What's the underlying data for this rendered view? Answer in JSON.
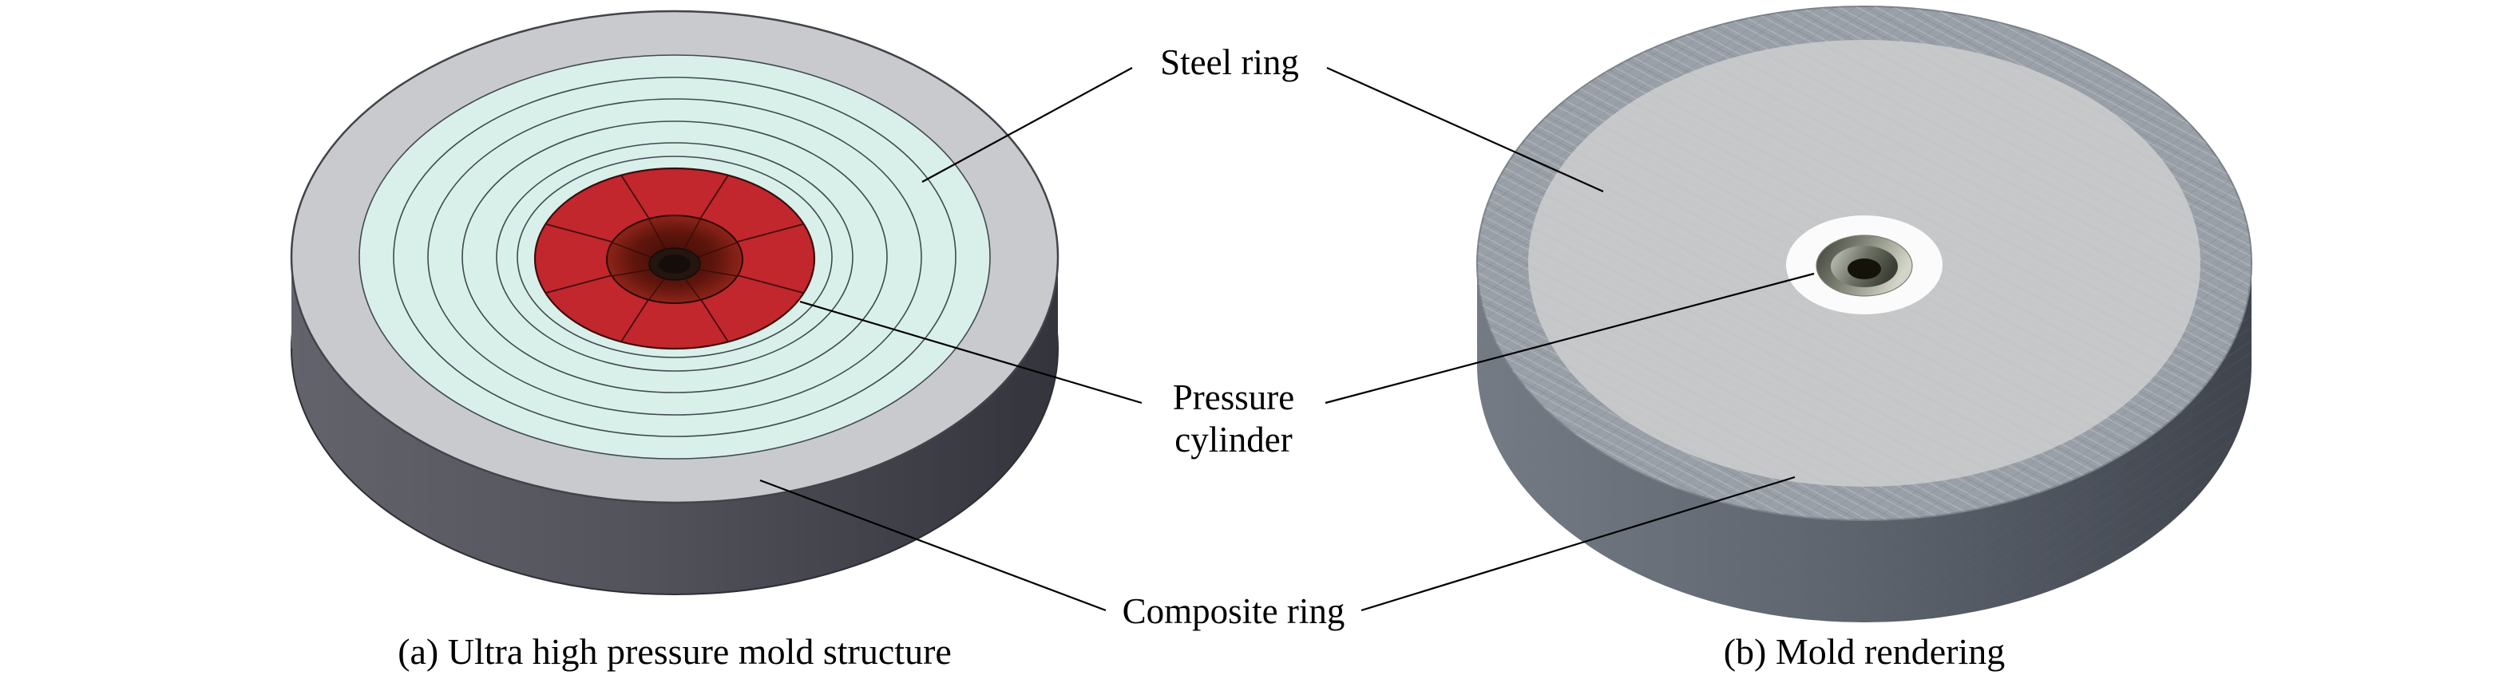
{
  "figure": {
    "labels": {
      "steel_ring": "Steel ring",
      "pressure_line1": "Pressure",
      "pressure_line2": "cylinder",
      "composite_ring": "Composite ring"
    },
    "captions": {
      "a": "(a) Ultra high pressure mold structure",
      "b": "(b) Mold rendering"
    },
    "colors": {
      "steel_ring_gray": "#c9cacd",
      "composite_ring_cyan": "#d9f0ea",
      "pressure_cylinder_red": "#c1272d",
      "cone_dark_red": "#571309",
      "mold_side_dark": "#4c4c55",
      "render_ring_gray": "#9aa0a8",
      "render_face_gray": "#c6c7c9",
      "render_white": "#fbfbfb",
      "leader_line": "#000000",
      "text": "#000000",
      "background": "#ffffff"
    }
  }
}
